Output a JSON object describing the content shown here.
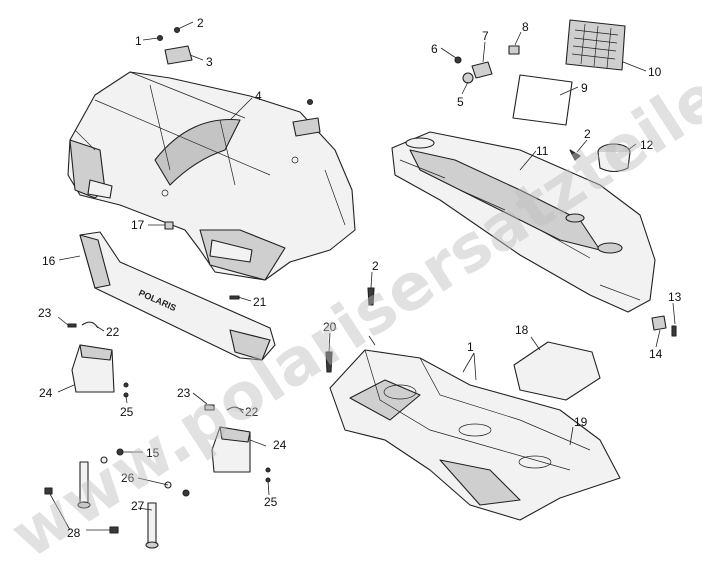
{
  "watermark": "www.polarisersatzteile.de",
  "emblem": "POLARIS",
  "callouts": [
    "1",
    "2",
    "3",
    "4",
    "6",
    "7",
    "8",
    "5",
    "10",
    "9",
    "2",
    "12",
    "11",
    "17",
    "16",
    "2",
    "21",
    "23",
    "22",
    "20",
    "1",
    "18",
    "13",
    "14",
    "24",
    "25",
    "23",
    "22",
    "19",
    "15",
    "24",
    "26",
    "25",
    "27",
    "28"
  ]
}
